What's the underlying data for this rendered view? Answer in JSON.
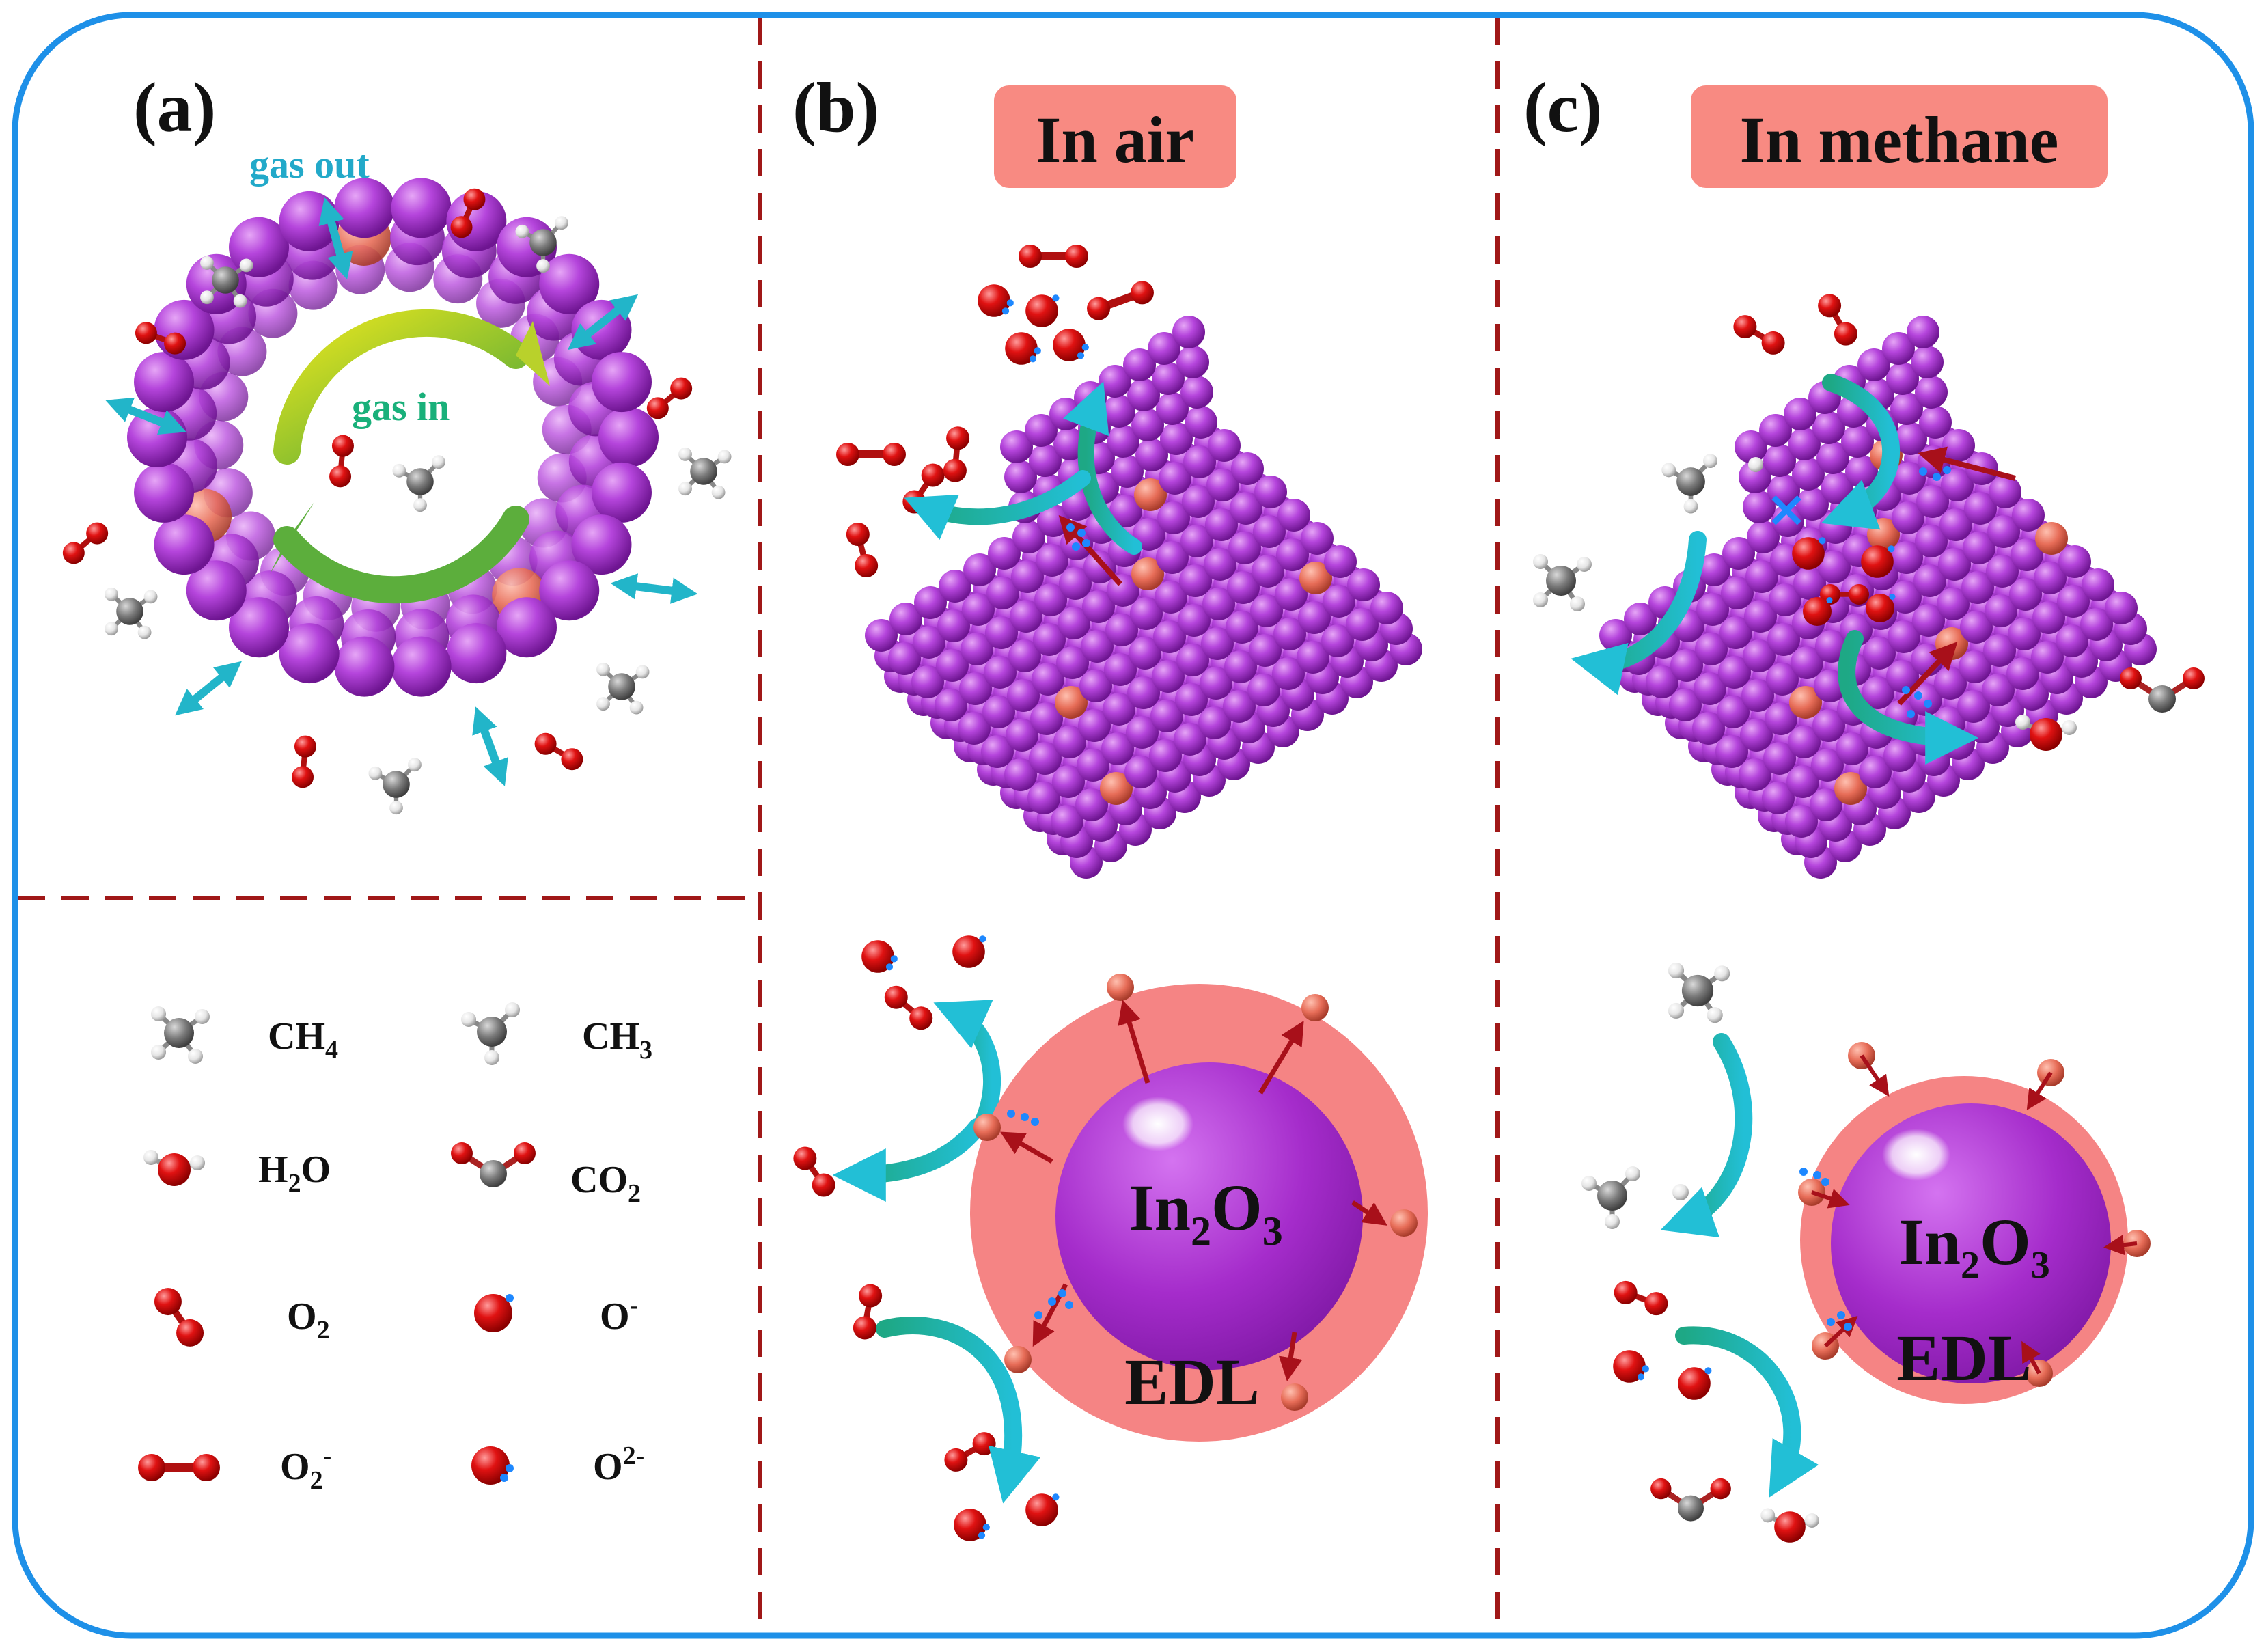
{
  "colors": {
    "frame": "#1e90e8",
    "divider": "#a01818",
    "indium": "#a22fc9",
    "indium_light": "#c85fe6",
    "vacancy": "#e8705a",
    "oxygen": "#d41010",
    "carbon": "#777777",
    "hydrogen": "#e6e6e6",
    "electron": "#1e88ff",
    "edl": "#f58484",
    "title_box": "#f88a82",
    "teal_arrow": "#22b5c9",
    "arrow_red": "#a8101a"
  },
  "panel_a": {
    "label": "(a)",
    "gas_out": "gas out",
    "gas_in": "gas in"
  },
  "panel_b": {
    "label": "(b)",
    "title": "In air",
    "core": {
      "main": "In",
      "sub1": "2",
      "mid": "O",
      "sub2": "3"
    },
    "edl": "EDL"
  },
  "panel_c": {
    "label": "(c)",
    "title": "In methane",
    "core": {
      "main": "In",
      "sub1": "2",
      "mid": "O",
      "sub2": "3"
    },
    "edl": "EDL",
    "blocked_mark": "×"
  },
  "legend": {
    "ch4": {
      "main": "CH",
      "sub": "4"
    },
    "ch3": {
      "main": "CH",
      "sub": "3"
    },
    "h2o": {
      "pre": "H",
      "sub": "2",
      "post": "O"
    },
    "co2": {
      "main": "CO",
      "sub": "2"
    },
    "o2": {
      "main": "O",
      "sub": "2"
    },
    "o_minus": {
      "main": "O",
      "sup": "-"
    },
    "o2_minus": {
      "main": "O",
      "sub": "2",
      "sup": "-"
    },
    "o_2minus": {
      "main": "O",
      "sup": "2-"
    }
  }
}
